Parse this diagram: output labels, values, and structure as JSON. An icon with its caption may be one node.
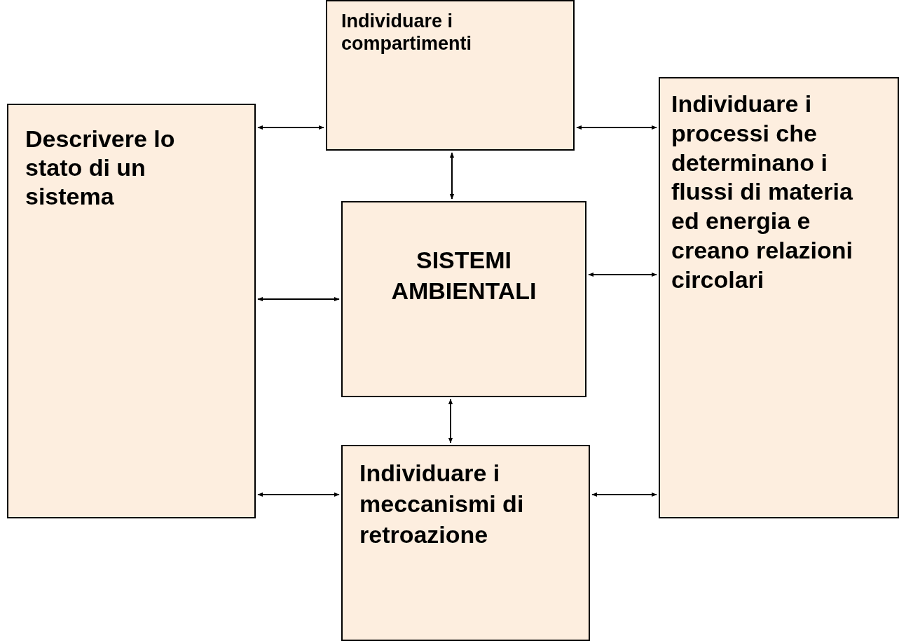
{
  "diagram": {
    "nodes": [
      {
        "text": [
          "Descrivere lo stato di un sistema"
        ]
      },
      {
        "text": [
          "Individuare i compartimenti"
        ]
      },
      {
        "text": [
          "Individuare i processi che determinano i flussi di materia ed energia e creano relazioni circolari"
        ]
      },
      {
        "text": [
          "SISTEMI AMBIENTALI"
        ]
      },
      {
        "text": [
          "Individuare i meccanismi di retroazione"
        ]
      }
    ],
    "edges": [
      {
        "from": 0,
        "to": 1,
        "arrow": "both"
      },
      {
        "from": 1,
        "to": 2,
        "arrow": "both"
      },
      {
        "from": 1,
        "to": 3,
        "arrow": "both"
      },
      {
        "from": 0,
        "to": 3,
        "arrow": "both"
      },
      {
        "from": 3,
        "to": 2,
        "arrow": "both"
      },
      {
        "from": 3,
        "to": 4,
        "arrow": "both"
      },
      {
        "from": 0,
        "to": 4,
        "arrow": "both"
      },
      {
        "from": 4,
        "to": 2,
        "arrow": "both"
      }
    ]
  }
}
